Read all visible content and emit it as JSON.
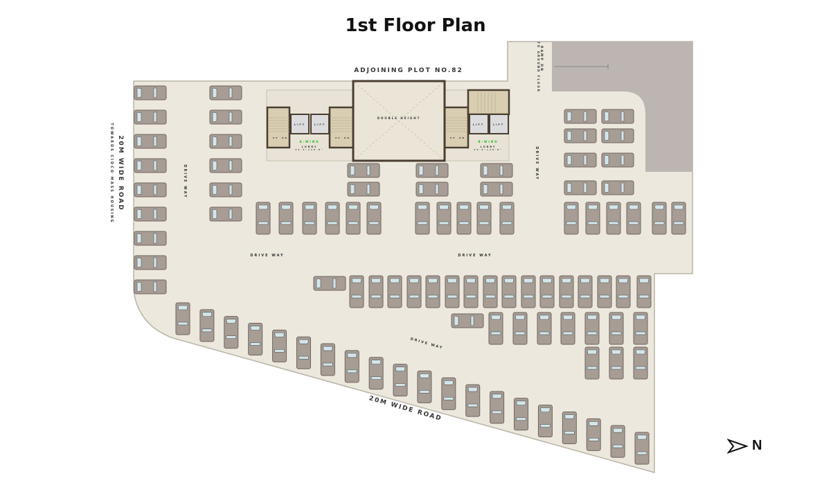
{
  "title": "1st Floor Plan",
  "labels": {
    "adjoining": "ADJOINING PLOT NO.82",
    "road_left": "20M WIDE ROAD",
    "road_left_sub": "TOWARDS CIDCO MASS HOUSING",
    "road_bottom": "20M WIDE ROAD",
    "driveway": "DRIVE WAY",
    "ramp": "RAMP DN",
    "ramp_sub": "TO GROUND FLOOR",
    "double_height": "DOUBLE HEIGHT",
    "lift": "LIFT",
    "up": "UP",
    "dn": "DN",
    "a_wing": "A-WING",
    "b_wing": "B-WING",
    "lobby": "LOBBY",
    "lobby_size": "14'3\"x15'6\"",
    "north": "N"
  },
  "colors": {
    "floor": "#ece8dd",
    "car": "#a89d95",
    "window": "#d3e6ea",
    "ramp": "#bdb5b2",
    "core": "#e3dccb",
    "stairs": "#d9ceb2",
    "lift": "#dcdcdf",
    "wall": "#4a3e30",
    "wing": "#22bb22"
  }
}
